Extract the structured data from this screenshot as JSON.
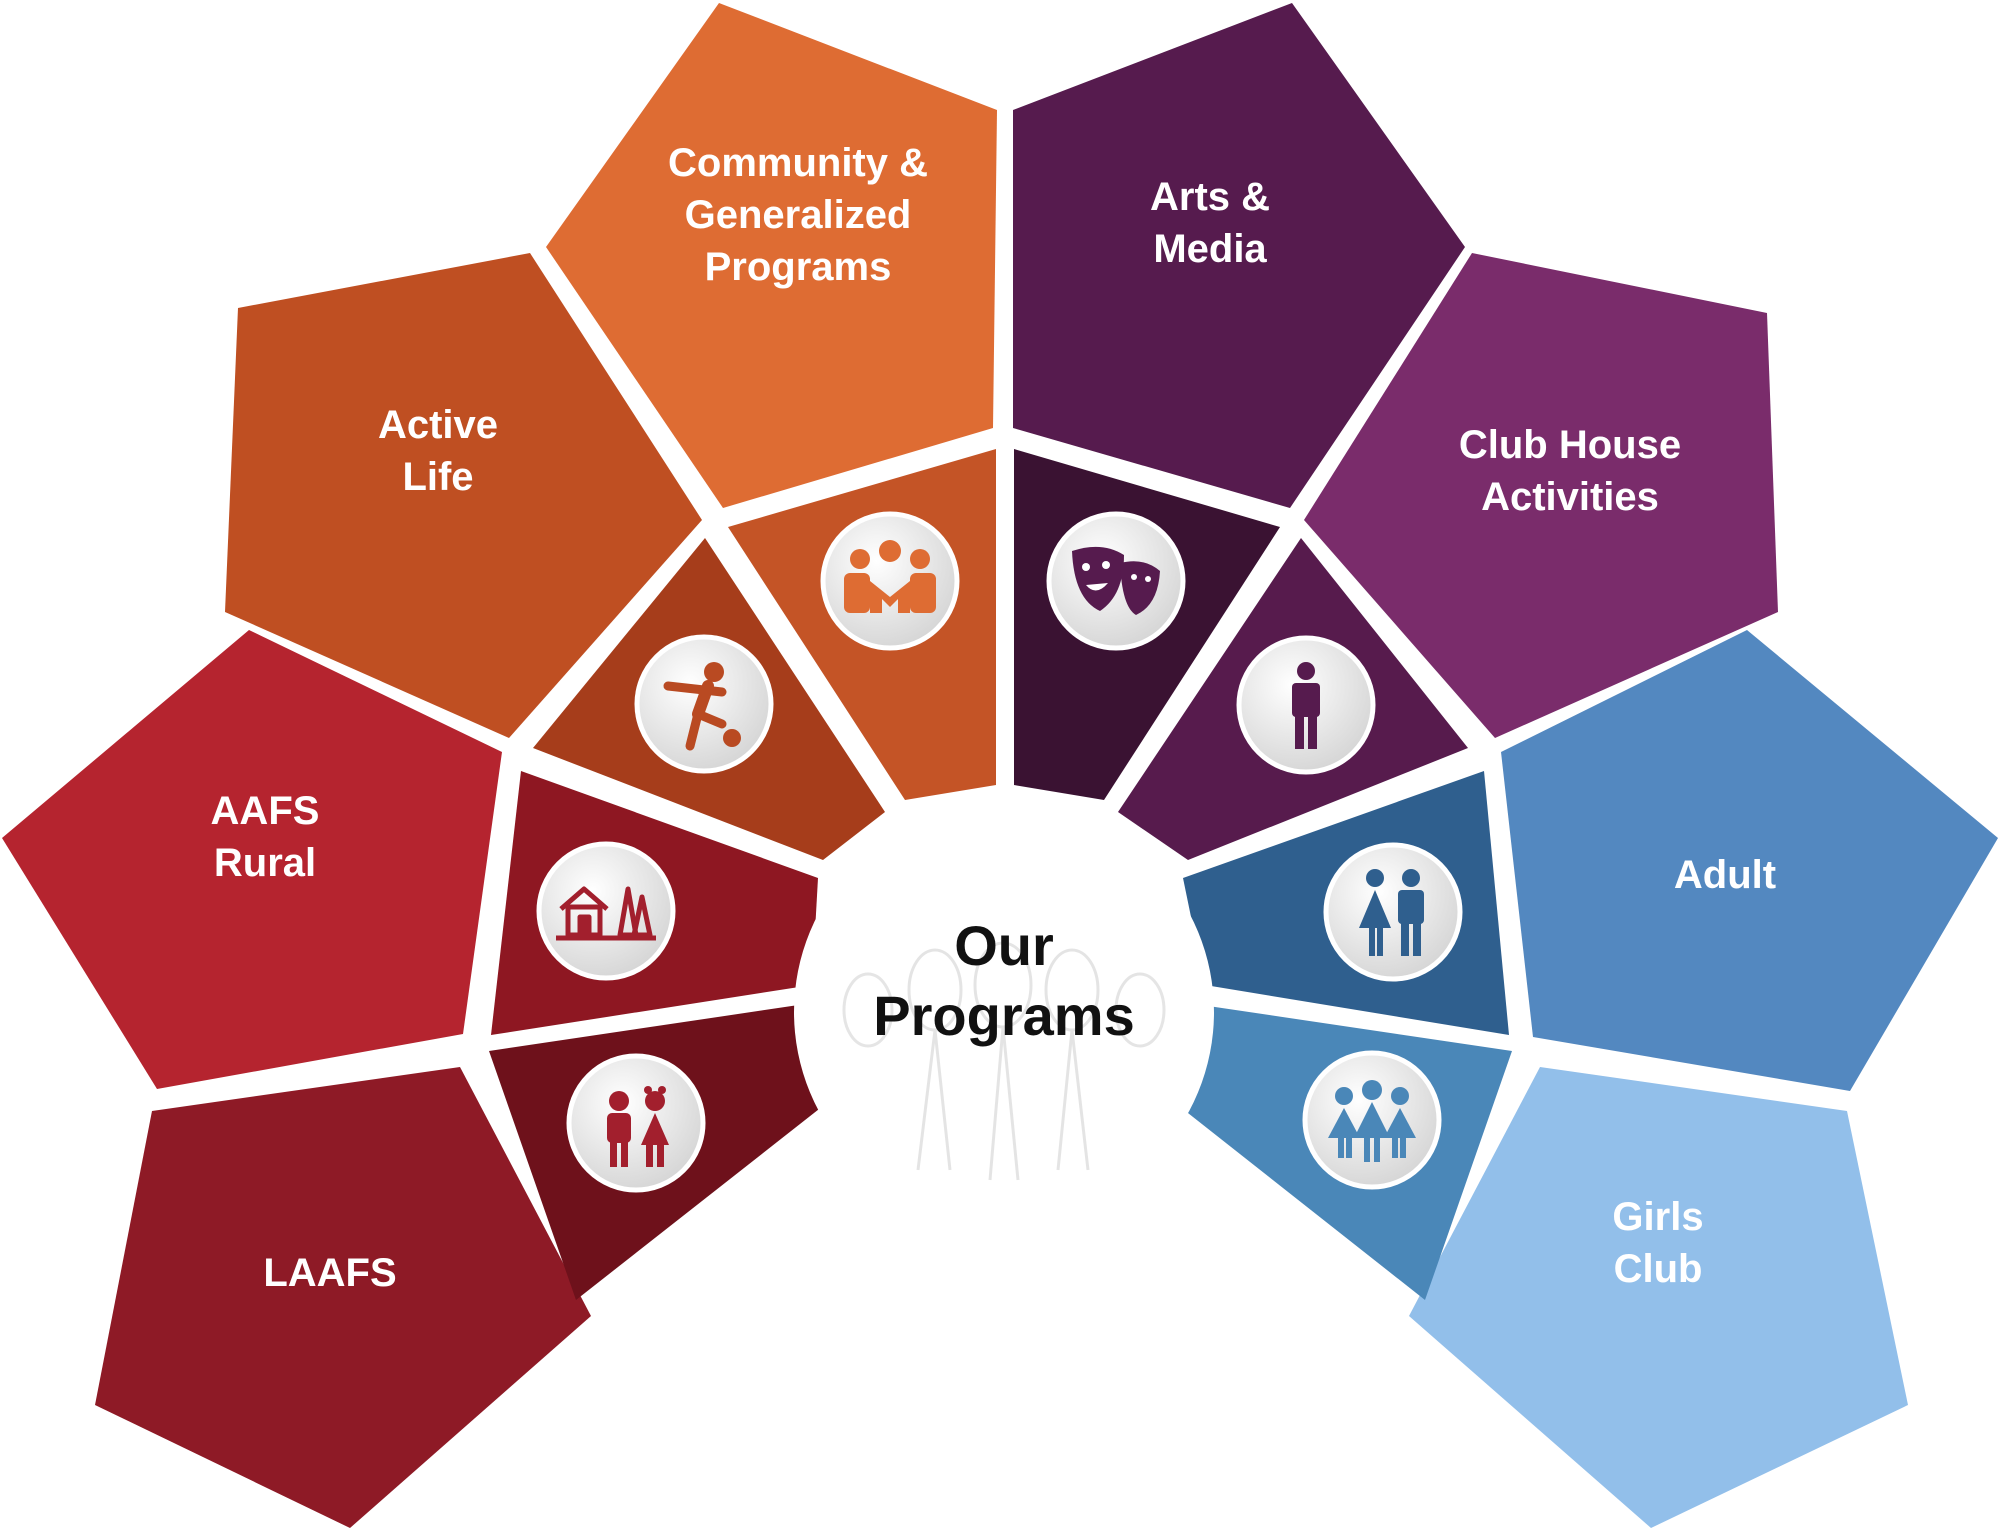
{
  "center": {
    "title_line1": "Our",
    "title_line2": "Programs"
  },
  "programs": [
    {
      "lines": [
        "LAAFS"
      ],
      "color": "#8e1a26",
      "inner_color": "#6e111b",
      "icon": "boy-girl-icon"
    },
    {
      "lines": [
        "AAFS",
        "Rural"
      ],
      "color": "#b5242f",
      "inner_color": "#8e1722",
      "icon": "house-trees-icon"
    },
    {
      "lines": [
        "Active",
        "Life"
      ],
      "color": "#bf4f22",
      "inner_color": "#a63d1b",
      "icon": "soccer-player-icon"
    },
    {
      "lines": [
        "Community &",
        "Generalized",
        "Programs"
      ],
      "color": "#de6c33",
      "inner_color": "#c45426",
      "icon": "community-group-icon"
    },
    {
      "lines": [
        "Arts &",
        "Media"
      ],
      "color": "#561b4e",
      "inner_color": "#3a1232",
      "icon": "theater-masks-icon"
    },
    {
      "lines": [
        "Club House",
        "Activities"
      ],
      "color": "#7a2c6b",
      "inner_color": "#571b4d",
      "icon": "person-icon"
    },
    {
      "lines": [
        "Adult"
      ],
      "color": "#5388c0",
      "inner_color": "#2f5f8e",
      "icon": "adult-couple-icon"
    },
    {
      "lines": [
        "Girls",
        "Club"
      ],
      "color": "#92bfea",
      "inner_color": "#4a87b8",
      "icon": "girls-group-icon"
    }
  ]
}
